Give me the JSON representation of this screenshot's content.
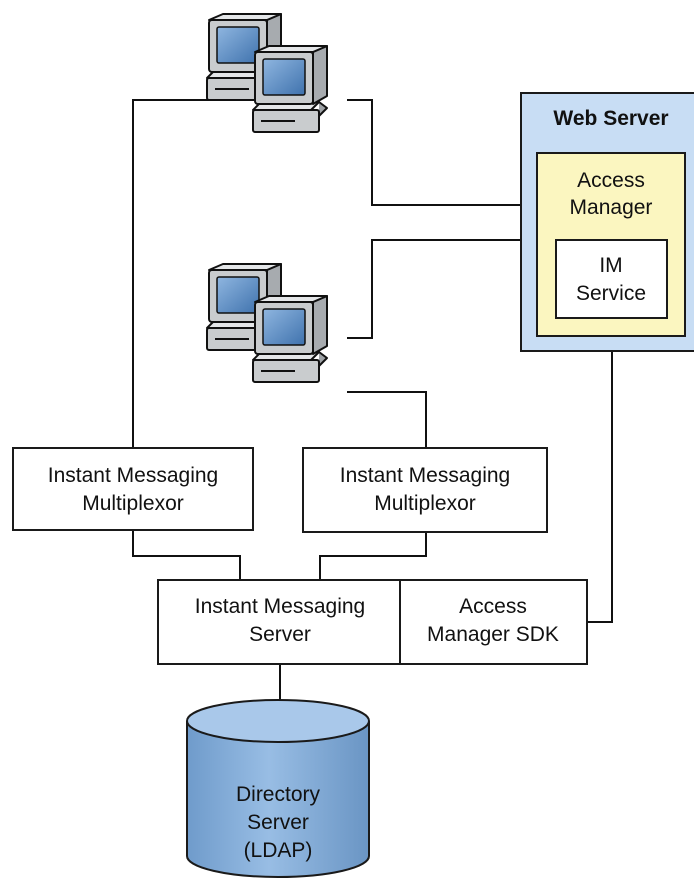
{
  "web_server": {
    "title": "Web Server",
    "access_manager": {
      "line1": "Access",
      "line2": "Manager"
    },
    "im_service": {
      "line1": "IM",
      "line2": "Service"
    }
  },
  "multiplexor_left": {
    "line1": "Instant Messaging",
    "line2": "Multiplexor"
  },
  "multiplexor_right": {
    "line1": "Instant Messaging",
    "line2": "Multiplexor"
  },
  "im_server": {
    "line1": "Instant Messaging",
    "line2": "Server"
  },
  "am_sdk": {
    "line1": "Access",
    "line2": "Manager SDK"
  },
  "directory_server": {
    "line1": "Directory",
    "line2": "Server",
    "line3": "(LDAP)"
  },
  "colors": {
    "web_server_fill": "#c8ddf4",
    "access_manager_fill": "#fbf6c0",
    "database_fill": "#86b0dd",
    "computer_body": "#c9ccce",
    "computer_screen": "#5f8fc6"
  }
}
